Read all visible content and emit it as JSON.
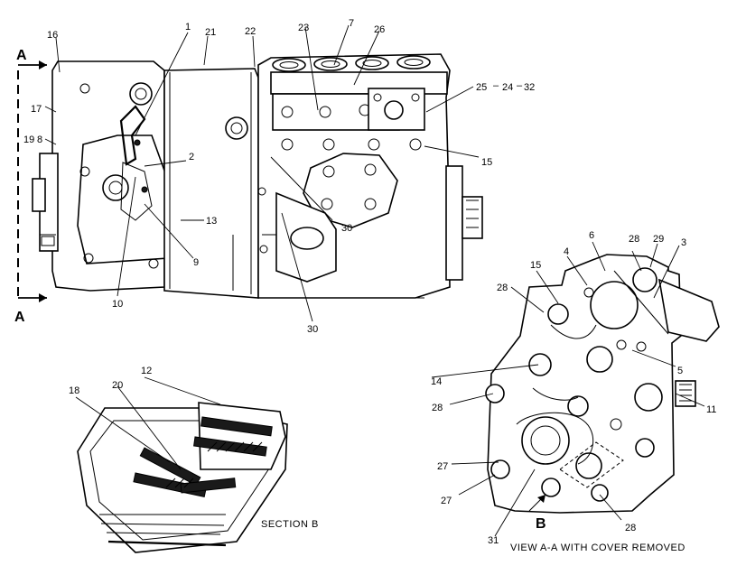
{
  "callouts": {
    "c1": "1",
    "c2": "2",
    "c3": "3",
    "c4": "4",
    "c5": "5",
    "c6": "6",
    "c7": "7",
    "c8": "8",
    "c9": "9",
    "c10": "10",
    "c11": "11",
    "c12": "12",
    "c13": "13",
    "c14": "14",
    "c15a": "15",
    "c15b": "15",
    "c16": "16",
    "c17": "17",
    "c18": "18",
    "c19": "19",
    "c20": "20",
    "c21": "21",
    "c22": "22",
    "c23": "23",
    "c24": "24",
    "c25": "25",
    "c26": "26",
    "c27a": "27",
    "c27b": "27",
    "c28a": "28",
    "c28b": "28",
    "c28c": "28",
    "c28d": "28",
    "c29": "29",
    "c30a": "30",
    "c30b": "30",
    "c31": "31",
    "c32": "32"
  },
  "view_markers": {
    "a_top": "A",
    "a_bottom": "A",
    "b": "B"
  },
  "captions": {
    "section_b": "SECTION  B",
    "view_aa": "VIEW   A-A     WITH COVER REMOVED"
  }
}
